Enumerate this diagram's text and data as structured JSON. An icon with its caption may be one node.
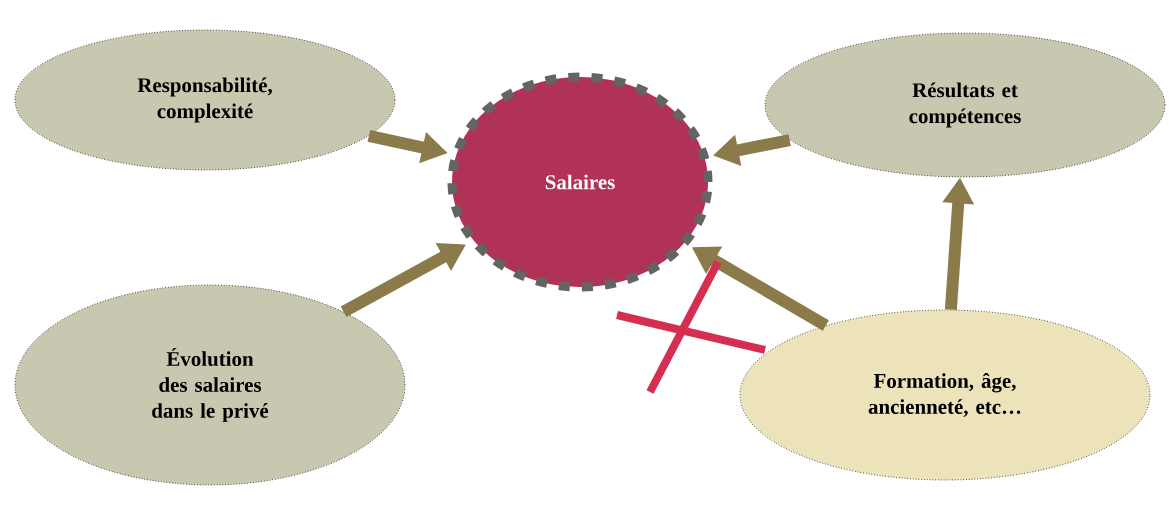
{
  "diagram": {
    "nodes": [
      {
        "text": [
          "Responsabilité, complexité"
        ]
      },
      {
        "text": [
          "Salaires"
        ]
      },
      {
        "text": [
          "Résultats et compétences"
        ]
      },
      {
        "text": [
          "Évolution des salaires dans le privé"
        ]
      },
      {
        "text": [
          "Formation, âge, ancienneté, etc…"
        ]
      }
    ],
    "edges": [
      {
        "from": 0,
        "to": 1,
        "arrow": "to"
      },
      {
        "from": 2,
        "to": 1,
        "arrow": "to"
      },
      {
        "from": 3,
        "to": 1,
        "arrow": "to"
      },
      {
        "from": 4,
        "to": 1,
        "arrow": "to"
      },
      {
        "from": 4,
        "to": 2,
        "arrow": "to"
      }
    ]
  }
}
